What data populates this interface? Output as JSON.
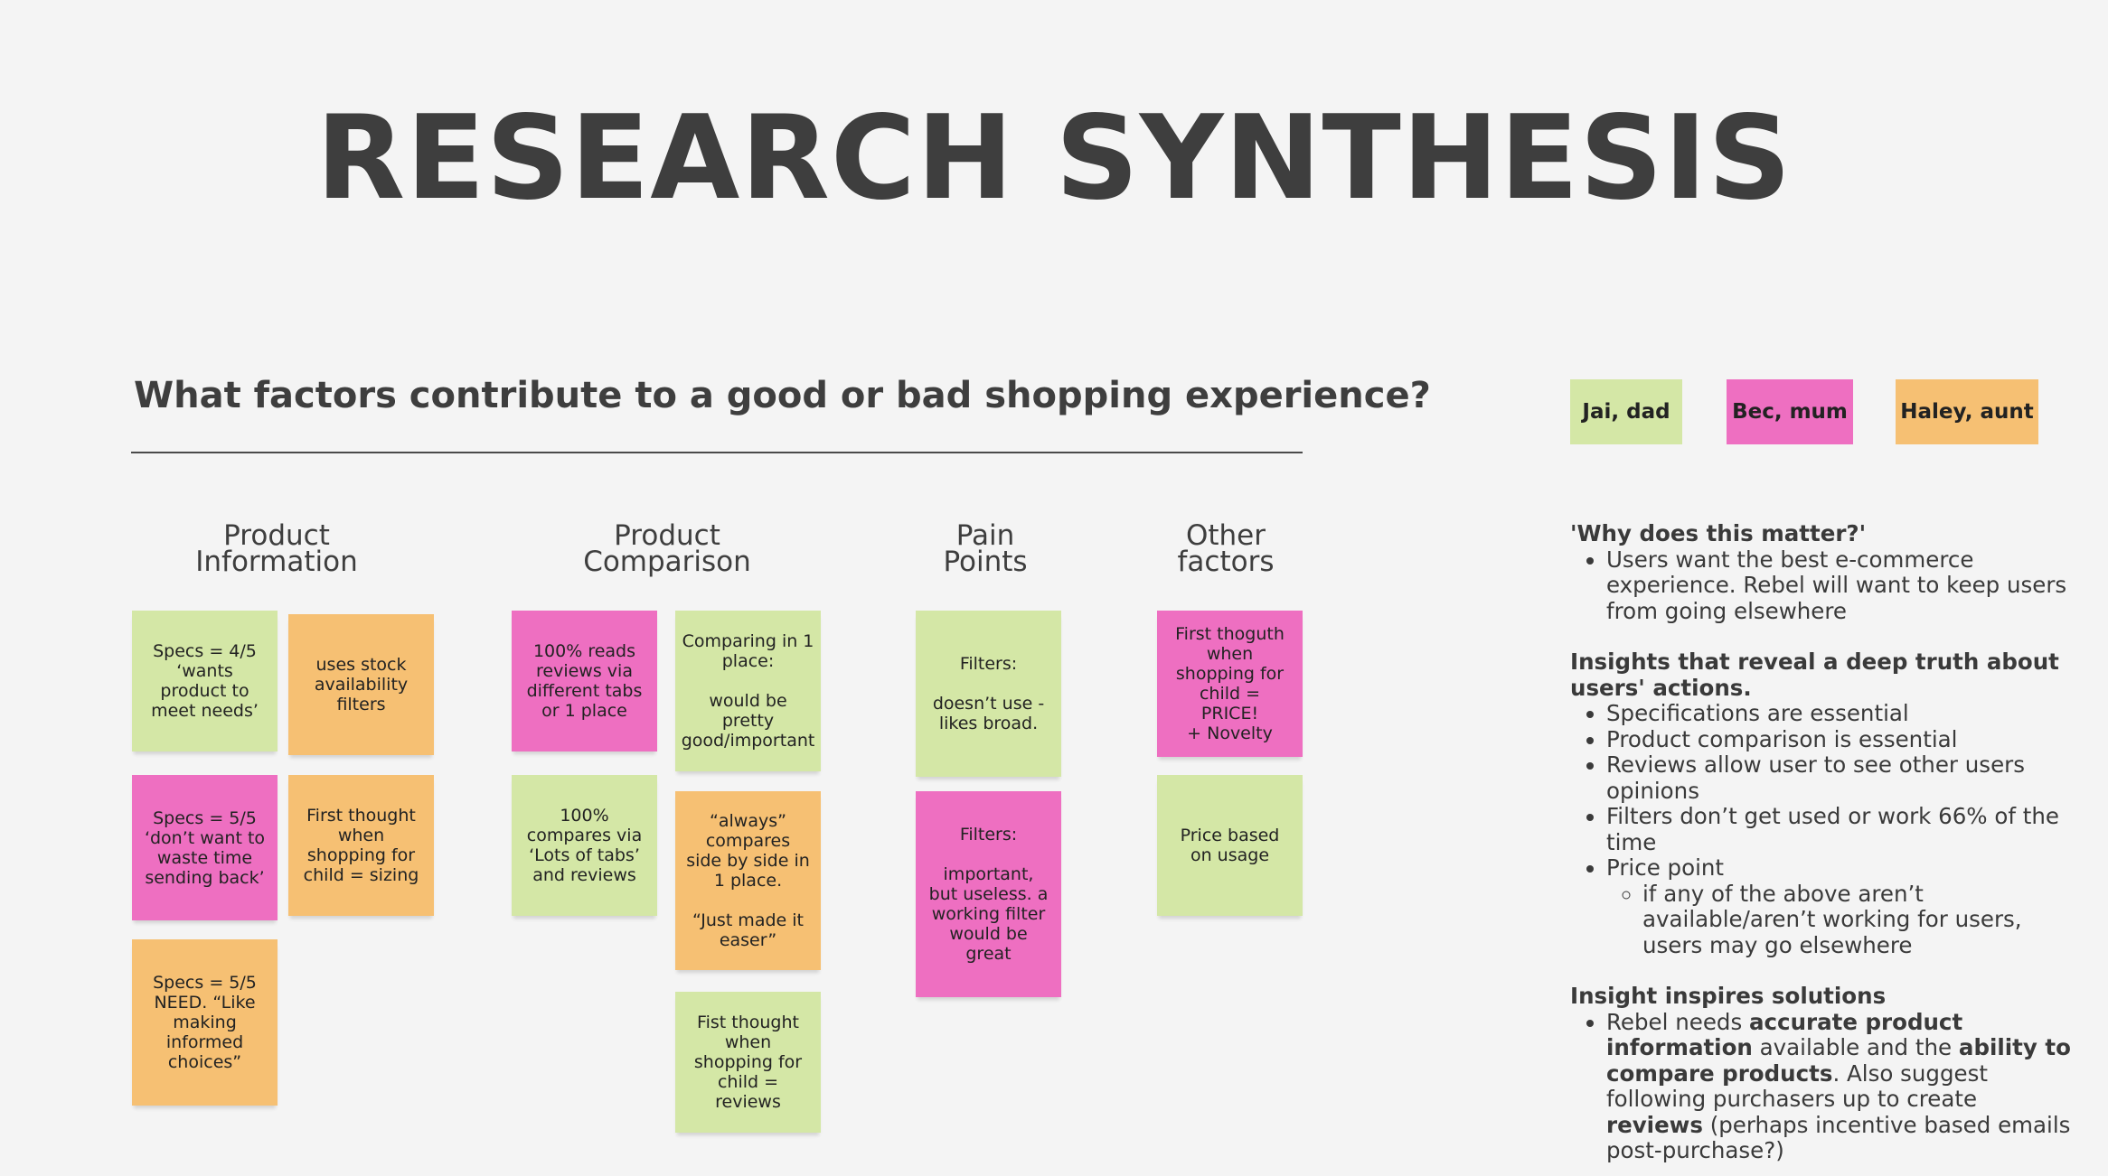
{
  "title": "RESEARCH SYNTHESIS",
  "question": "What factors contribute to a good or bad shopping experience?",
  "columns": [
    {
      "heading": "Product\nInformation"
    },
    {
      "heading": "Product\nComparison"
    },
    {
      "heading": "Pain\nPoints"
    },
    {
      "heading": "Other\nfactors"
    }
  ],
  "notes": {
    "pi_1": "Specs = 4/5\n‘wants product to meet needs’",
    "pi_2": "uses stock availability filters",
    "pi_3": "Specs = 5/5\n‘don’t want to waste time sending back’",
    "pi_4": "First thought when shopping for child = sizing",
    "pi_5": "Specs = 5/5\nNEED. “Like making informed choices”",
    "pc_1": "100% reads reviews via different tabs or 1 place",
    "pc_2": "Comparing in 1 place:\n\nwould be pretty good/important",
    "pc_3": "100% compares via ‘Lots of tabs’ and reviews",
    "pc_4": "“always” compares side by side in 1 place.\n\n“Just made it easer”",
    "pc_5": "Fist thought when shopping for child = reviews",
    "pp_1": "Filters:\n\ndoesn’t use - likes broad.",
    "pp_2": "Filters:\n\nimportant, but useless. a working filter would be great",
    "of_1": "First thoguth when shopping for child =\nPRICE!\n+ Novelty",
    "of_2": "Price based on usage"
  },
  "legend": [
    {
      "label": "Jai, dad",
      "color": "#d4e7a6"
    },
    {
      "label": "Bec, mum",
      "color": "#ee6fc1"
    },
    {
      "label": "Haley, aunt",
      "color": "#f6c073"
    }
  ],
  "sidebar": {
    "why_heading": "'Why does this matter?'",
    "why_1": "Users want the best e-commerce experience. Rebel will want to keep users from going elsewhere",
    "insights_heading": "Insights that reveal a deep truth about users' actions.",
    "ins_1": "Specifications are essential",
    "ins_2": "Product comparison is essential",
    "ins_3": "Reviews allow user to see other users opinions",
    "ins_4": "Filters don’t get used or work 66% of the time",
    "ins_5": "Price point",
    "ins_5_sub": "if any of the above aren’t available/aren’t working for users, users may go elsewhere",
    "solutions_heading": "Insight inspires solutions",
    "sol_a": "Rebel needs ",
    "sol_b": "accurate product information",
    "sol_c": " available and the ",
    "sol_d": "ability to compare products",
    "sol_e": ". Also suggest following purchasers up to create ",
    "sol_f": "reviews",
    "sol_g": " (perhaps incentive based emails post-purchase?)"
  }
}
